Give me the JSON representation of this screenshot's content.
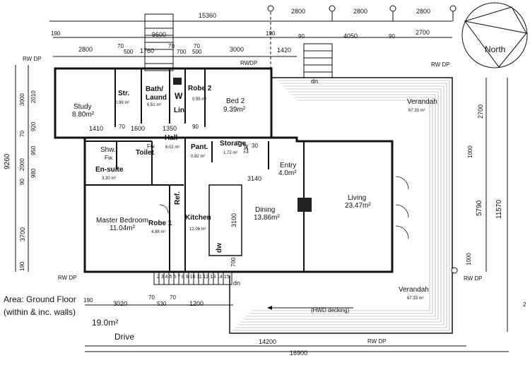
{
  "dimensions": {
    "top_total": "15360",
    "top_9600": "9600",
    "top_190a": "190",
    "top_190b": "190",
    "top_2800a": "2800",
    "top_2800b": "2800",
    "top_2800c": "2800",
    "top_4050": "4050",
    "top_90a": "90",
    "top_90b": "90",
    "top_2700": "2700",
    "row3_2800": "2800",
    "row3_70a": "70",
    "row3_500a": "500",
    "row3_1760": "1760",
    "row3_70b": "70",
    "row3_700": "700",
    "row3_70c": "70",
    "row3_500b": "500",
    "row3_3000": "3000",
    "row3_1420": "1420",
    "mid_1410": "1410",
    "mid_70a": "70",
    "mid_1600": "1600",
    "mid_1350": "1350",
    "mid_90": "90",
    "mid_3140": "3140",
    "mid_3100": "3100",
    "mid_700": "700",
    "mid_730": "730",
    "mid_30": "30",
    "left_9260": "9260",
    "left_3000": "3000",
    "left_2010": "2010",
    "left_920": "920",
    "left_70a": "70",
    "left_950": "950",
    "left_2000": "2000",
    "left_980": "980",
    "left_90": "90",
    "left_3700": "3700",
    "left_190": "190",
    "right_2700": "2700",
    "right_1000a": "1000",
    "right_5790": "5790",
    "right_11570": "11570",
    "right_1000b": "1000",
    "bot_3020": "3020",
    "bot_530": "530",
    "bot_1200": "1200",
    "bot_70a": "70",
    "bot_70b": "70",
    "bot_190": "190",
    "bot_14200": "14200",
    "bot_16900": "16900"
  },
  "labels": {
    "rwdp_tl": "RW DP",
    "rwdp_top": "RWDP",
    "rwdp_tr": "RW DP",
    "rwdp_right": "RW DP",
    "rwdp_left": "RW DP",
    "rwdp_bottom": "RW DP",
    "north": "North",
    "dn_top": "dn",
    "dn_bottom": "dn",
    "stair_numbers": "2 3 4 5 6 7 8 9 10 11 12 13 14 15",
    "hwd_decking": "(HWD decking)",
    "right_2": "2"
  },
  "rooms": {
    "study": {
      "name": "Study",
      "area": "8.80m²"
    },
    "store": {
      "name": "Str.",
      "area": "0.96 m²"
    },
    "bath_laund": {
      "name": "Bath/\nLaund",
      "area": "6.51 m²"
    },
    "w": {
      "name": "W"
    },
    "robe2": {
      "name": "Robe 2",
      "area": "0.95 m²"
    },
    "lin": {
      "name": "Lin"
    },
    "bed2": {
      "name": "Bed 2",
      "area": "9.39m²"
    },
    "shw": {
      "name": "Shw.",
      "sub": "Fw."
    },
    "toilet": {
      "name": "Toilet",
      "sub": "Fw"
    },
    "ensuite": {
      "name": "En-suite",
      "area": "3.30 m²"
    },
    "hall": {
      "name": "Hall",
      "area": "6.02 m²"
    },
    "pantry": {
      "name": "Pant.",
      "area": "0.82 m²"
    },
    "storage": {
      "name": "Storage",
      "area": "1.72 m²"
    },
    "entry": {
      "name": "Entry",
      "area": "4.0m²"
    },
    "living": {
      "name": "Living",
      "area": "23.47m²"
    },
    "master": {
      "name": "Master Bedroom",
      "area": "11.04m²"
    },
    "robe1": {
      "name": "Robe 1",
      "area": "4.88 m²"
    },
    "ref": {
      "name": "Ref."
    },
    "kitchen": {
      "name": "Kitchen",
      "area": "12.06 m²"
    },
    "dining": {
      "name": "Dining",
      "area": "13.86m²"
    },
    "dw": {
      "name": "dw"
    },
    "verandah_top": {
      "name": "Verandah",
      "area": "67.33 m²"
    },
    "verandah_bottom": {
      "name": "Verandah",
      "area": "67.33 m²"
    }
  },
  "area_note": {
    "line1": "Area: Ground Floor",
    "line2": "(within & inc. walls)",
    "value": "19.0m²",
    "drive": "Drive"
  }
}
